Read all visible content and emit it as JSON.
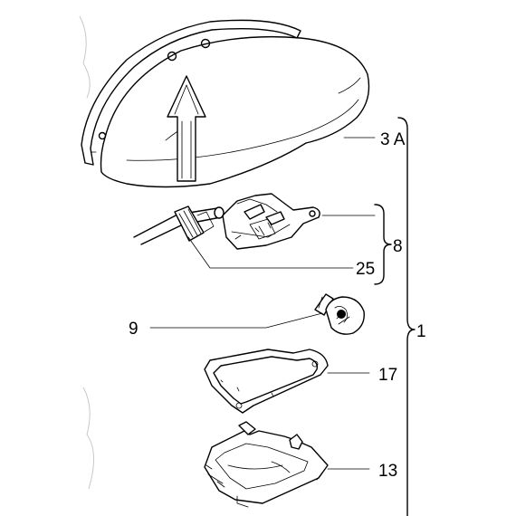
{
  "diagram": {
    "type": "exploded-parts-diagram",
    "parts": [
      {
        "ref": "3A",
        "part": "lamp cover"
      },
      {
        "ref": "8",
        "part": "lamp holder assembly"
      },
      {
        "ref": "25",
        "part": "cable connector"
      },
      {
        "ref": "9",
        "part": "bulb"
      },
      {
        "ref": "17",
        "part": "gasket"
      },
      {
        "ref": "13",
        "part": "lamp housing"
      }
    ],
    "labels": {
      "cover": "3 A",
      "holder_group": "8",
      "connector": "25",
      "bulb": "9",
      "gasket": "17",
      "housing": "13",
      "assembly": "1"
    }
  }
}
